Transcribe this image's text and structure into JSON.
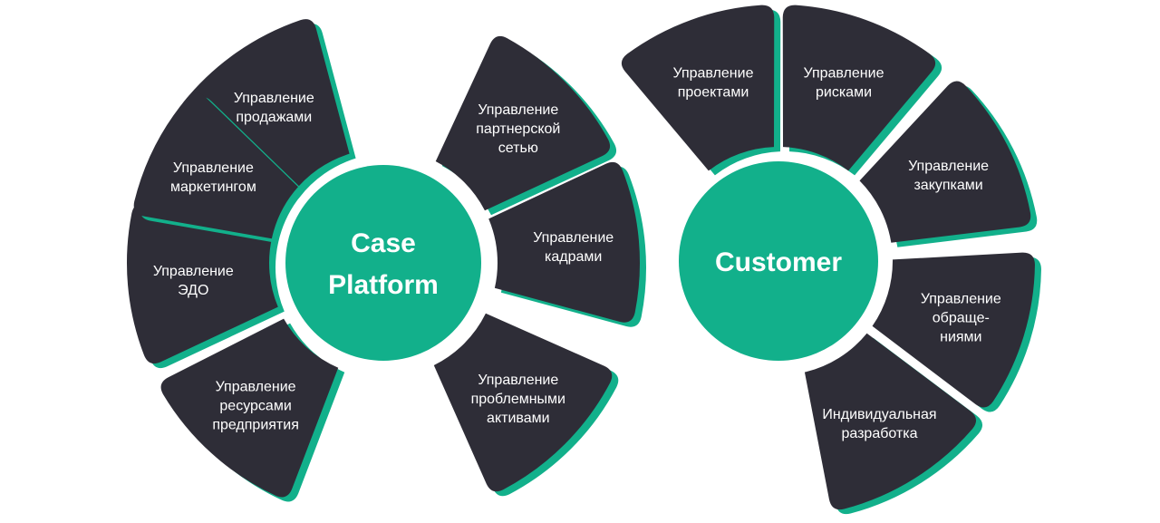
{
  "colors": {
    "segment": "#2e2d37",
    "accent": "#12b08b",
    "hub": "#12b08b",
    "text": "#ffffff",
    "background": "#ffffff"
  },
  "wheels": [
    {
      "hub_lines": [
        "Case",
        "Platform"
      ],
      "segments": [
        {
          "lines": [
            "Управление",
            "продажами"
          ]
        },
        {
          "lines": [
            "Управление",
            "партнерской",
            "сетью"
          ]
        },
        {
          "lines": [
            "Управление",
            "кадрами"
          ]
        },
        {
          "lines": [
            "Управление",
            "проблемными",
            "активами"
          ]
        },
        {
          "lines": [
            "Управление",
            "ресурсами",
            "предприятия"
          ]
        },
        {
          "lines": [
            "Управление",
            "ЭДО"
          ]
        },
        {
          "lines": [
            "Управление",
            "маркетингом"
          ]
        }
      ]
    },
    {
      "hub_lines": [
        "Customer"
      ],
      "segments": [
        {
          "lines": [
            "Управление",
            "рисками"
          ]
        },
        {
          "lines": [
            "Управление",
            "закупками"
          ]
        },
        {
          "lines": [
            "Управление",
            "обраще-",
            "ниями"
          ]
        },
        {
          "lines": [
            "Индивидуальная",
            "разработка"
          ]
        },
        {
          "lines": [
            "Управление",
            "проектами"
          ]
        }
      ]
    }
  ]
}
